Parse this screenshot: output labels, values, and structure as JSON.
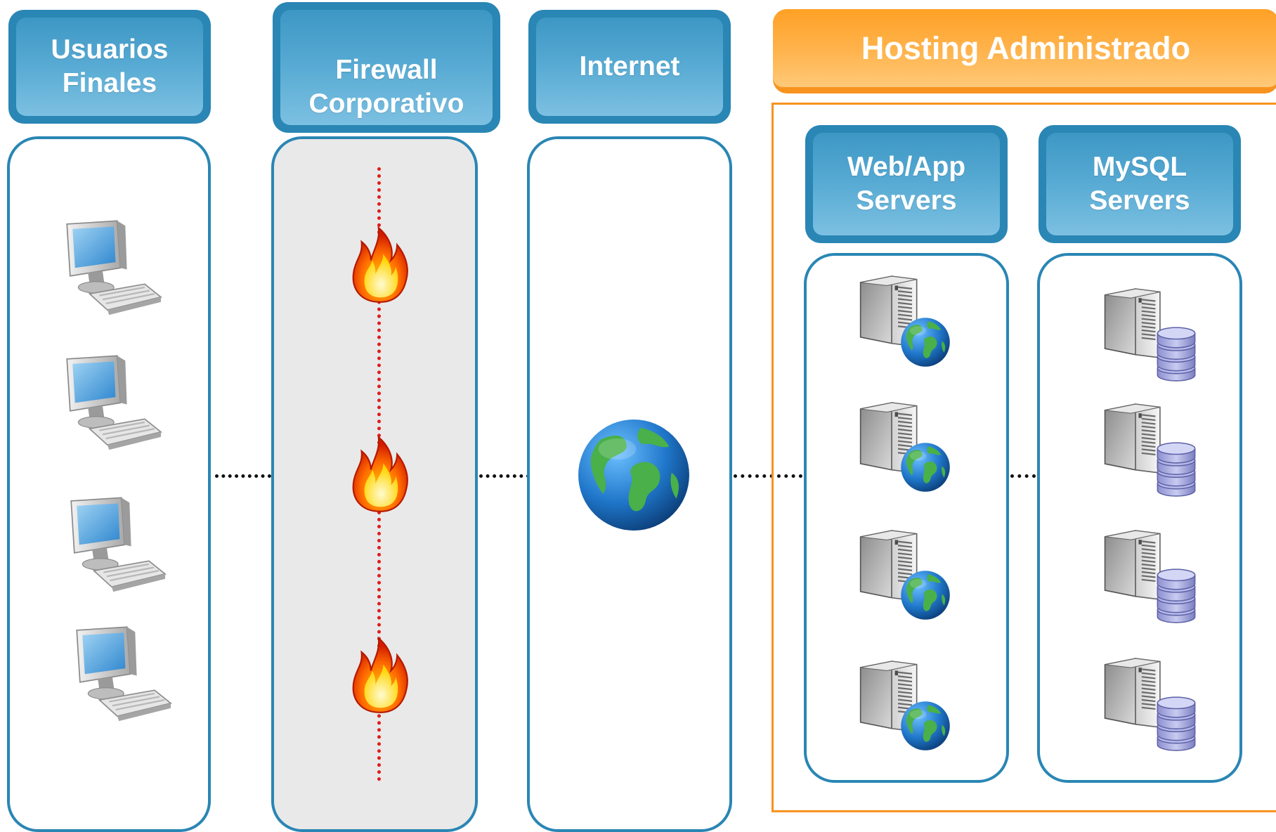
{
  "headers": {
    "users": [
      "Usuarios",
      "Finales"
    ],
    "firewall": [
      "Firewall",
      "Corporativo"
    ],
    "internet": "Internet",
    "hosting": "Hosting Administrado",
    "webapp": [
      "Web/App",
      "Servers"
    ],
    "mysql": [
      "MySQL",
      "Servers"
    ]
  },
  "icons": {
    "users_column": [
      "computer-icon",
      "computer-icon",
      "computer-icon",
      "computer-icon"
    ],
    "firewall_column": [
      "flame-icon",
      "flame-icon",
      "flame-icon"
    ],
    "internet_column": [
      "globe-icon"
    ],
    "webapp_column": [
      "web-server-icon",
      "web-server-icon",
      "web-server-icon",
      "web-server-icon"
    ],
    "mysql_column": [
      "database-server-icon",
      "database-server-icon",
      "database-server-icon",
      "database-server-icon"
    ]
  },
  "colors": {
    "blue": "#2a86b4",
    "orange": "#f7931e",
    "firewall_line": "#e01b1b",
    "firewall_bg": "#e9e9e9"
  }
}
